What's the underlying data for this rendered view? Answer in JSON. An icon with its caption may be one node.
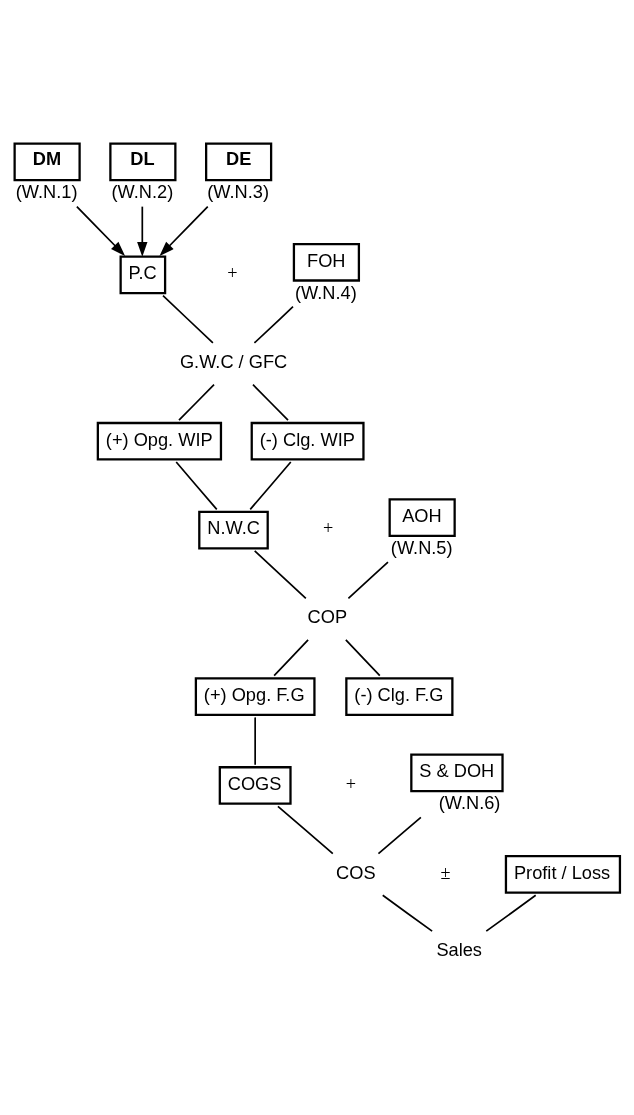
{
  "diagram": {
    "nodes": [
      {
        "text": [
          "DM"
        ],
        "beside": [
          "(W.N.1)"
        ]
      },
      {
        "text": [
          "DL"
        ],
        "beside": [
          "(W.N.2)"
        ]
      },
      {
        "text": [
          "DE"
        ],
        "beside": [
          "(W.N.3)"
        ]
      },
      {
        "text": [
          "P.C"
        ]
      },
      {
        "text": [
          "FOH"
        ],
        "beside": [
          "(W.N.4)"
        ]
      },
      {
        "text": [
          "G.W.C / GFC"
        ]
      },
      {
        "text": [
          "(+) Opg. WIP"
        ]
      },
      {
        "text": [
          "(-) Clg. WIP"
        ]
      },
      {
        "text": [
          "N.W.C"
        ]
      },
      {
        "text": [
          "AOH"
        ],
        "beside": [
          "(W.N.5)"
        ]
      },
      {
        "text": [
          "COP"
        ]
      },
      {
        "text": [
          "(+) Opg. F.G"
        ]
      },
      {
        "text": [
          "(-) Clg. F.G"
        ]
      },
      {
        "text": [
          "COGS"
        ]
      },
      {
        "text": [
          "S & DOH"
        ],
        "beside": [
          "(W.N.6)"
        ]
      },
      {
        "text": [
          "COS"
        ]
      },
      {
        "text": [
          "Profit / Loss"
        ]
      },
      {
        "text": [
          "Sales"
        ]
      }
    ],
    "edges": [
      {
        "from": 0,
        "to": 3,
        "arrow": "to"
      },
      {
        "from": 1,
        "to": 3,
        "arrow": "to"
      },
      {
        "from": 2,
        "to": 3,
        "arrow": "to"
      },
      {
        "from": 3,
        "to": 5,
        "arrow": "none"
      },
      {
        "from": 4,
        "to": 5,
        "arrow": "none"
      },
      {
        "from": 5,
        "to": 6,
        "arrow": "none"
      },
      {
        "from": 5,
        "to": 7,
        "arrow": "none"
      },
      {
        "from": 6,
        "to": 8,
        "arrow": "none"
      },
      {
        "from": 7,
        "to": 8,
        "arrow": "none"
      },
      {
        "from": 8,
        "to": 10,
        "arrow": "none"
      },
      {
        "from": 9,
        "to": 10,
        "arrow": "none"
      },
      {
        "from": 10,
        "to": 11,
        "arrow": "none"
      },
      {
        "from": 10,
        "to": 12,
        "arrow": "none"
      },
      {
        "from": 11,
        "to": 13,
        "arrow": "none"
      },
      {
        "from": 13,
        "to": 15,
        "arrow": "none"
      },
      {
        "from": 14,
        "to": 15,
        "arrow": "none"
      },
      {
        "from": 15,
        "to": 17,
        "arrow": "none"
      },
      {
        "from": 16,
        "to": 17,
        "arrow": "none"
      }
    ],
    "labels": [
      "+",
      "+",
      "+",
      "±"
    ]
  }
}
